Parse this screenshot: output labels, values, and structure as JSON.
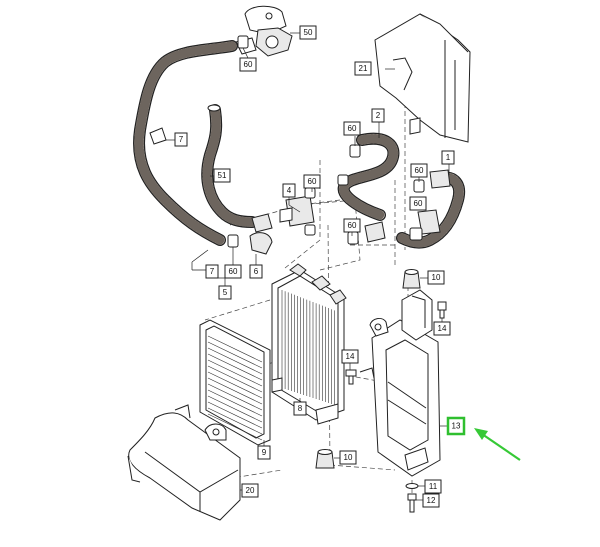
{
  "callouts": {
    "c50": "50",
    "c60a": "60",
    "c21": "21",
    "c7a": "7",
    "c2": "2",
    "c60b": "60",
    "c51": "51",
    "c1": "1",
    "c60c": "60",
    "c4": "4",
    "c60d": "60",
    "c60e": "60",
    "c60f": "60",
    "c7b": "7",
    "c60g": "60",
    "c6": "6",
    "c5": "5",
    "c10a": "10",
    "c14a": "14",
    "c14b": "14",
    "c8": "8",
    "c9": "9",
    "c13": "13",
    "c10b": "10",
    "c11": "11",
    "c12": "12",
    "c20": "20"
  },
  "colors": {
    "highlight": "#2fbf2f",
    "arrow": "#36c936",
    "line": "#222222",
    "hose": "#cfc7bf"
  }
}
